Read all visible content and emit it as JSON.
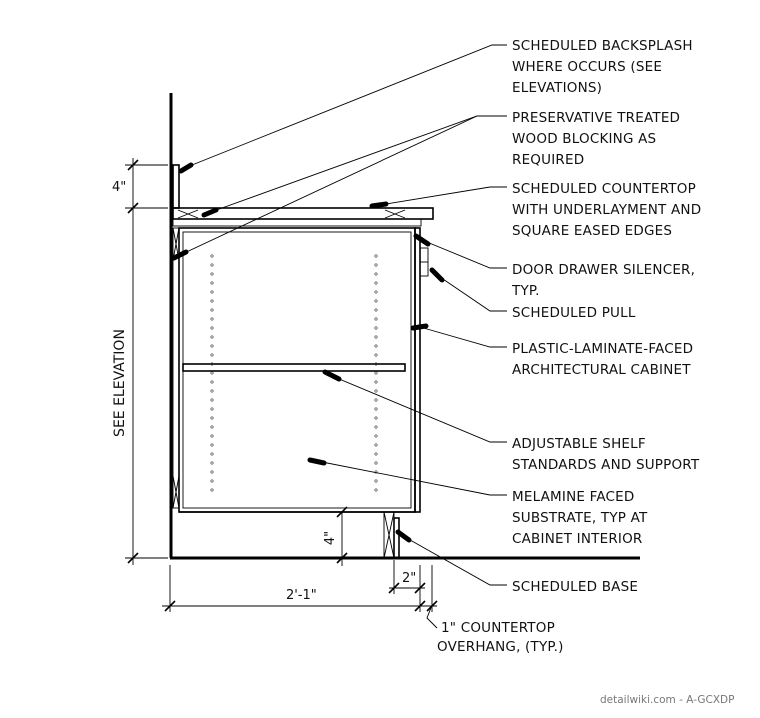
{
  "callouts": [
    {
      "id": "backsplash",
      "lines": [
        "SCHEDULED BACKSPLASH",
        "WHERE OCCURS (SEE",
        "ELEVATIONS)"
      ]
    },
    {
      "id": "blocking",
      "lines": [
        "PRESERVATIVE TREATED",
        "WOOD BLOCKING AS",
        "REQUIRED"
      ]
    },
    {
      "id": "countertop",
      "lines": [
        "SCHEDULED COUNTERTOP",
        "WITH UNDERLAYMENT AND",
        "SQUARE EASED EDGES"
      ]
    },
    {
      "id": "silencer",
      "lines": [
        "DOOR DRAWER SILENCER,",
        "TYP."
      ]
    },
    {
      "id": "pull",
      "lines": [
        "SCHEDULED PULL"
      ]
    },
    {
      "id": "cabinet",
      "lines": [
        "PLASTIC-LAMINATE-FACED",
        "ARCHITECTURAL CABINET"
      ]
    },
    {
      "id": "shelf",
      "lines": [
        "ADJUSTABLE SHELF",
        "STANDARDS AND SUPPORT"
      ]
    },
    {
      "id": "melamine",
      "lines": [
        "MELAMINE FACED",
        "SUBSTRATE, TYP AT",
        "CABINET INTERIOR"
      ]
    },
    {
      "id": "base",
      "lines": [
        "SCHEDULED BASE"
      ]
    }
  ],
  "dimensions": {
    "backsplash_height": "4\"",
    "overall_height": "SEE ELEVATION",
    "toe_kick_height": "4\"",
    "toe_kick_depth": "2\"",
    "cabinet_depth": "2'-1\"",
    "overhang_lines": [
      "1\" COUNTERTOP",
      "OVERHANG, (TYP.)"
    ]
  },
  "watermark": "detailwiki.com - A-GCXDP"
}
